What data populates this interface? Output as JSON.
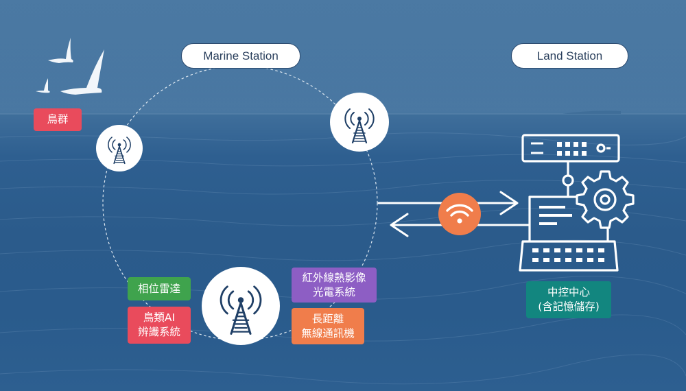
{
  "stations": {
    "marine": "Marine Station",
    "land": "Land Station"
  },
  "labels": {
    "birds": "鳥群",
    "phase_radar": "相位雷達",
    "bird_ai_line1": "鳥類AI",
    "bird_ai_line2": "辨識系統",
    "infrared_line1": "紅外線熱影像",
    "infrared_line2": "光電系統",
    "longrange_line1": "長距離",
    "longrange_line2": "無線通訊機",
    "control_line1": "中控中心",
    "control_line2": "(含記憶儲存)"
  },
  "colors": {
    "birds": "#e94b5c",
    "phase_radar": "#3fa34d",
    "bird_ai": "#e94b5c",
    "infrared": "#8d5ec4",
    "longrange": "#f07d4b",
    "control": "#12867f",
    "wifi": "#f07d4b",
    "sea": "#2c5c8c"
  },
  "icons": {
    "tower": "radio-tower-icon",
    "wifi": "wifi-icon",
    "server": "server-icon",
    "computer": "computer-icon",
    "gear": "gear-icon",
    "birds": "seagull-icon"
  }
}
